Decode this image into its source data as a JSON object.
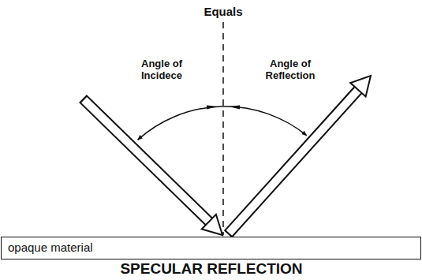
{
  "diagram": {
    "caption": "SPECULAR REFLECTION",
    "nodes": [
      {
        "text": [
          "opaque material"
        ]
      }
    ],
    "labels": [
      "Equals",
      "Angle of Incidece",
      "Angle of Reflection"
    ]
  }
}
